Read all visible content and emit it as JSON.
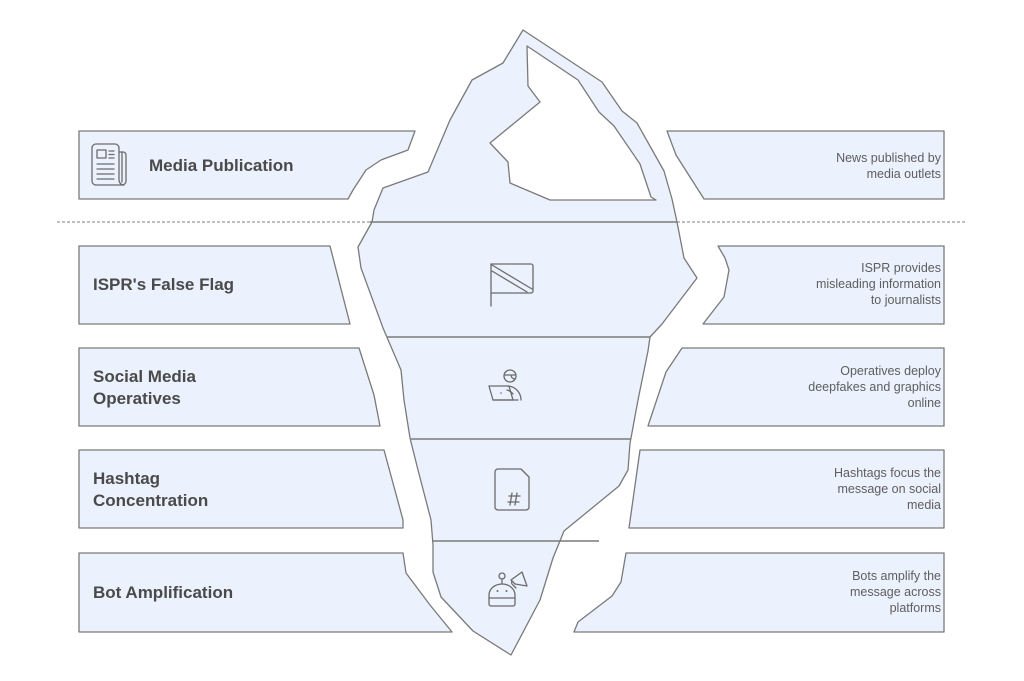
{
  "diagram": {
    "type": "iceberg",
    "title": "",
    "colors": {
      "fill": "#ebf1fd",
      "stroke": "#7a7a7a",
      "text_title": "#4a4a4a",
      "text_desc": "#5e5e5e"
    },
    "levels": [
      {
        "label": "Media Publication",
        "description": "News published by\nmedia outlets",
        "icon": "newspaper-icon",
        "zone": "above-water"
      },
      {
        "label": "ISPR's False Flag",
        "description": "ISPR provides\nmisleading information\nto journalists",
        "icon": "flag-icon",
        "zone": "below-water"
      },
      {
        "label": "Social Media\nOperatives",
        "label_lines": [
          "Social Media",
          "Operatives"
        ],
        "description": "Operatives deploy\ndeepfakes and graphics\nonline",
        "icon": "person-laptop-icon",
        "zone": "below-water"
      },
      {
        "label": "Hashtag\nConcentration",
        "label_lines": [
          "Hashtag",
          "Concentration"
        ],
        "description": "Hashtags focus the\nmessage on social\nmedia",
        "icon": "hashtag-document-icon",
        "zone": "below-water"
      },
      {
        "label": "Bot Amplification",
        "description": "Bots amplify the\nmessage across\nplatforms",
        "icon": "robot-megaphone-icon",
        "zone": "below-water"
      }
    ]
  }
}
